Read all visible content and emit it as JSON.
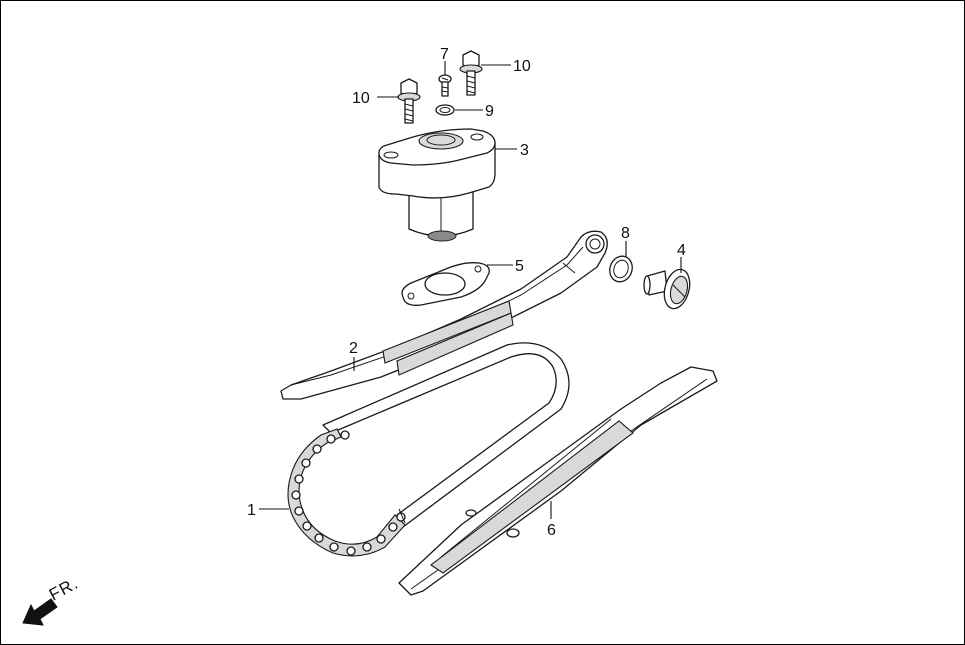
{
  "diagram": {
    "callouts": [
      {
        "id": "c1",
        "text": "1"
      },
      {
        "id": "c2",
        "text": "2"
      },
      {
        "id": "c3",
        "text": "3"
      },
      {
        "id": "c4",
        "text": "4"
      },
      {
        "id": "c5",
        "text": "5"
      },
      {
        "id": "c6",
        "text": "6"
      },
      {
        "id": "c7",
        "text": "7"
      },
      {
        "id": "c8",
        "text": "8"
      },
      {
        "id": "c9",
        "text": "9"
      },
      {
        "id": "c10a",
        "text": "10"
      },
      {
        "id": "c10b",
        "text": "10"
      }
    ],
    "front_label": "FR.",
    "colors": {
      "line": "#1a1a1a",
      "shade": "#d9d9d9",
      "dark": "#8a8a8a"
    }
  }
}
